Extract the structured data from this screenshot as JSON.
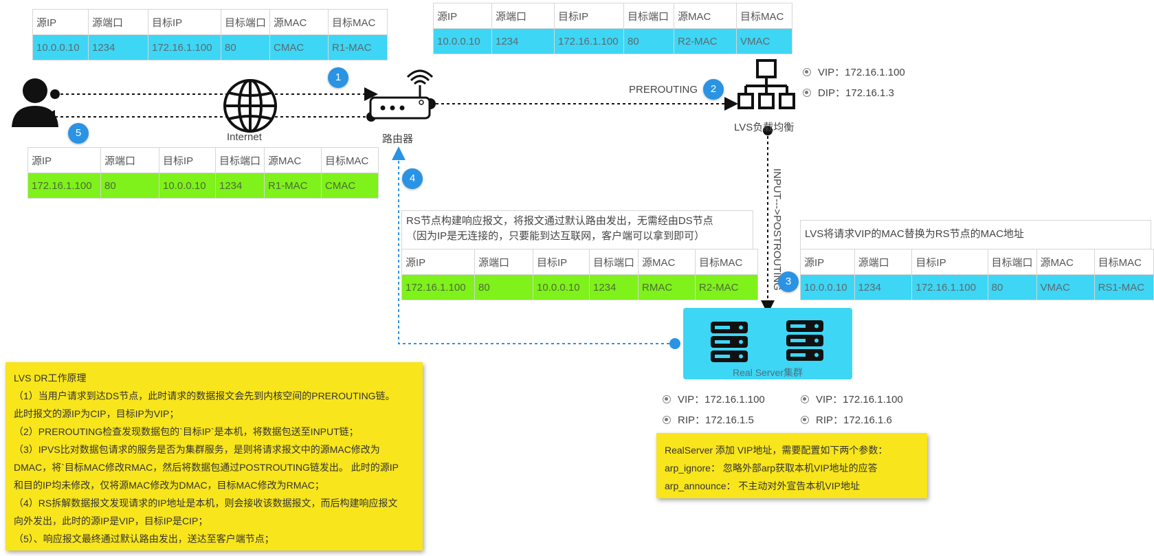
{
  "table_headers": [
    "源IP",
    "源端口",
    "目标IP",
    "目标端口",
    "源MAC",
    "目标MAC"
  ],
  "tables": {
    "t1": [
      "10.0.0.10",
      "1234",
      "172.16.1.100",
      "80",
      "CMAC",
      "R1-MAC"
    ],
    "t2": [
      "10.0.0.10",
      "1234",
      "172.16.1.100",
      "80",
      "R2-MAC",
      "VMAC"
    ],
    "t5": [
      "172.16.1.100",
      "80",
      "10.0.0.10",
      "1234",
      "R1-MAC",
      "CMAC"
    ],
    "t4": [
      "172.16.1.100",
      "80",
      "10.0.0.10",
      "1234",
      "RMAC",
      "R2-MAC"
    ],
    "t3": [
      "10.0.0.10",
      "1234",
      "172.16.1.100",
      "80",
      "VMAC",
      "RS1-MAC"
    ]
  },
  "captions": {
    "t4_line1": "RS节点构建响应报文，将报文通过默认路由发出，无需经由DS节点",
    "t4_line2": "（因为IP是无连接的，只要能到达互联网，客户端可以拿到即可）",
    "t3": "LVS将请求VIP的MAC替换为RS节点的MAC地址"
  },
  "badges": [
    "1",
    "2",
    "3",
    "4",
    "5"
  ],
  "labels": {
    "internet": "Internet",
    "router": "路由器",
    "lvs": "LVS负载均衡",
    "prerouting": "PREROUTING",
    "input_postrouting": "INPUT--->POSTROUTING",
    "cluster": "Real Server集群"
  },
  "lvs_ips": [
    "VIP：172.16.1.100",
    "DIP：172.16.1.3"
  ],
  "rs1_ips": [
    "VIP：172.16.1.100",
    "RIP：172.16.1.5"
  ],
  "rs2_ips": [
    "VIP：172.16.1.100",
    "RIP：172.16.1.6"
  ],
  "principle": {
    "title": "LVS DR工作原理",
    "lines": [
      "（1）当用户请求到达DS节点，此时请求的数据报文会先到内核空间的PREROUTING链。",
      "此时报文的源IP为CIP，目标IP为VIP；",
      "（2）PREROUTING检查发现数据包的`目标IP`是本机，将数据包送至INPUT链；",
      "（3）IPVS比对数据包请求的服务是否为集群服务，是则将请求报文中的源MAC修改为",
      "DMAC，将`目标MAC修改RMAC，然后将数据包通过POSTROUTING链发出。 此时的源IP",
      "和目的IP均未修改，仅将源MAC修改为DMAC，目标MAC修改为RMAC；",
      "（4）RS拆解数据报文发现请求的IP地址是本机，则会接收该数据报文，而后构建响应报文",
      "向外发出，此时的源IP是VIP，目标IP是CIP；",
      "（5）、响应报文最终通过默认路由发出，送达至客户端节点；"
    ]
  },
  "realserver_note": {
    "lines": [
      "RealServer 添加 VIP地址，需要配置如下两个参数：",
      "arp_ignore： 忽略外部arp获取本机VIP地址的应答",
      "arp_announce： 不主动对外宣告本机VIP地址"
    ]
  },
  "colors": {
    "blue_row": "#3ed6f5",
    "green_row": "#7ef21a",
    "badge": "#2a93e4",
    "note_yellow": "#f8e51c",
    "cluster_box": "#3ed6f5"
  }
}
